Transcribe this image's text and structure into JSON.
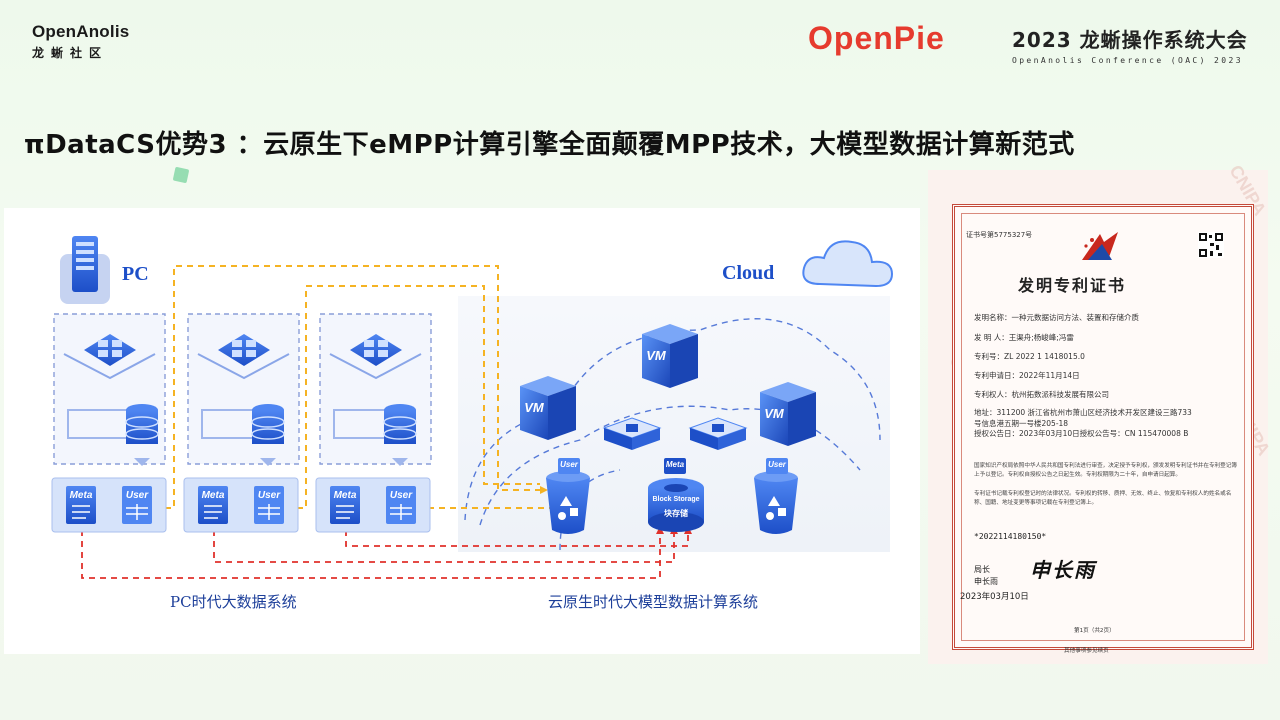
{
  "header": {
    "brand_left_line1": "OpenAnolis",
    "brand_left_line2": "龙蜥社区",
    "brand_center": "OpenPie",
    "conference_title": "2023 龙蜥操作系统大会",
    "conference_subtitle": "OpenAnolis Conference (OAC) 2023"
  },
  "slide": {
    "title": "πDataCS优势3 ：云原生下eMPP计算引擎全面颠覆MPP技术，大模型数据计算新范式"
  },
  "diagram": {
    "pc_label": "PC",
    "cloud_label": "Cloud",
    "meta_label": "Meta",
    "user_label": "User",
    "vm_label": "VM",
    "block_storage_label": "Block Storage",
    "block_storage_cn": "块存储",
    "caption_left": "PC时代大数据系统",
    "caption_right": "云原生时代大模型数据计算系统",
    "colors": {
      "accent_blue": "#1d4fc8",
      "dash_orange": "#f5b323",
      "dash_red": "#e0312b"
    }
  },
  "certificate": {
    "number": "证书号第5775327号",
    "title": "发明专利证书",
    "rows": [
      "发明名称：一种元数据访问方法、装置和存储介质",
      "发 明 人：王渠舟;杨峻峰;冯雷",
      "专利号：ZL 2022 1 1418015.0",
      "专利申请日：2022年11月14日",
      "专利权人：杭州拓数派科技发展有限公司",
      "地址：311200 浙江省杭州市萧山区经济技术开发区建设三路733",
      "号信息港五期一号楼205-18",
      "授权公告日：2023年03月10日授权公告号：CN 115470008 B"
    ],
    "para1": "国家知识产权局依照中华人民共和国专利法进行审查，决定授予专利权，颁发发明专利证书并在专利登记簿上予以登记。专利权自授权公告之日起生效。专利权期限为二十年，自申请日起算。",
    "para2": "专利证书记载专利权登记时的法律状况。专利权的转移、质押、无效、终止、恢复和专利权人的姓名或名称、国籍、地址变更等事项记载在专利登记簿上。",
    "serial": "*2022114180150*",
    "sig_title": "局长",
    "sig_name": "申长雨",
    "signature": "申长雨",
    "date": "2023年03月10日",
    "page": "第1页（共2页）",
    "footer": "其他事项参见续页",
    "watermark": "CNIPA"
  }
}
